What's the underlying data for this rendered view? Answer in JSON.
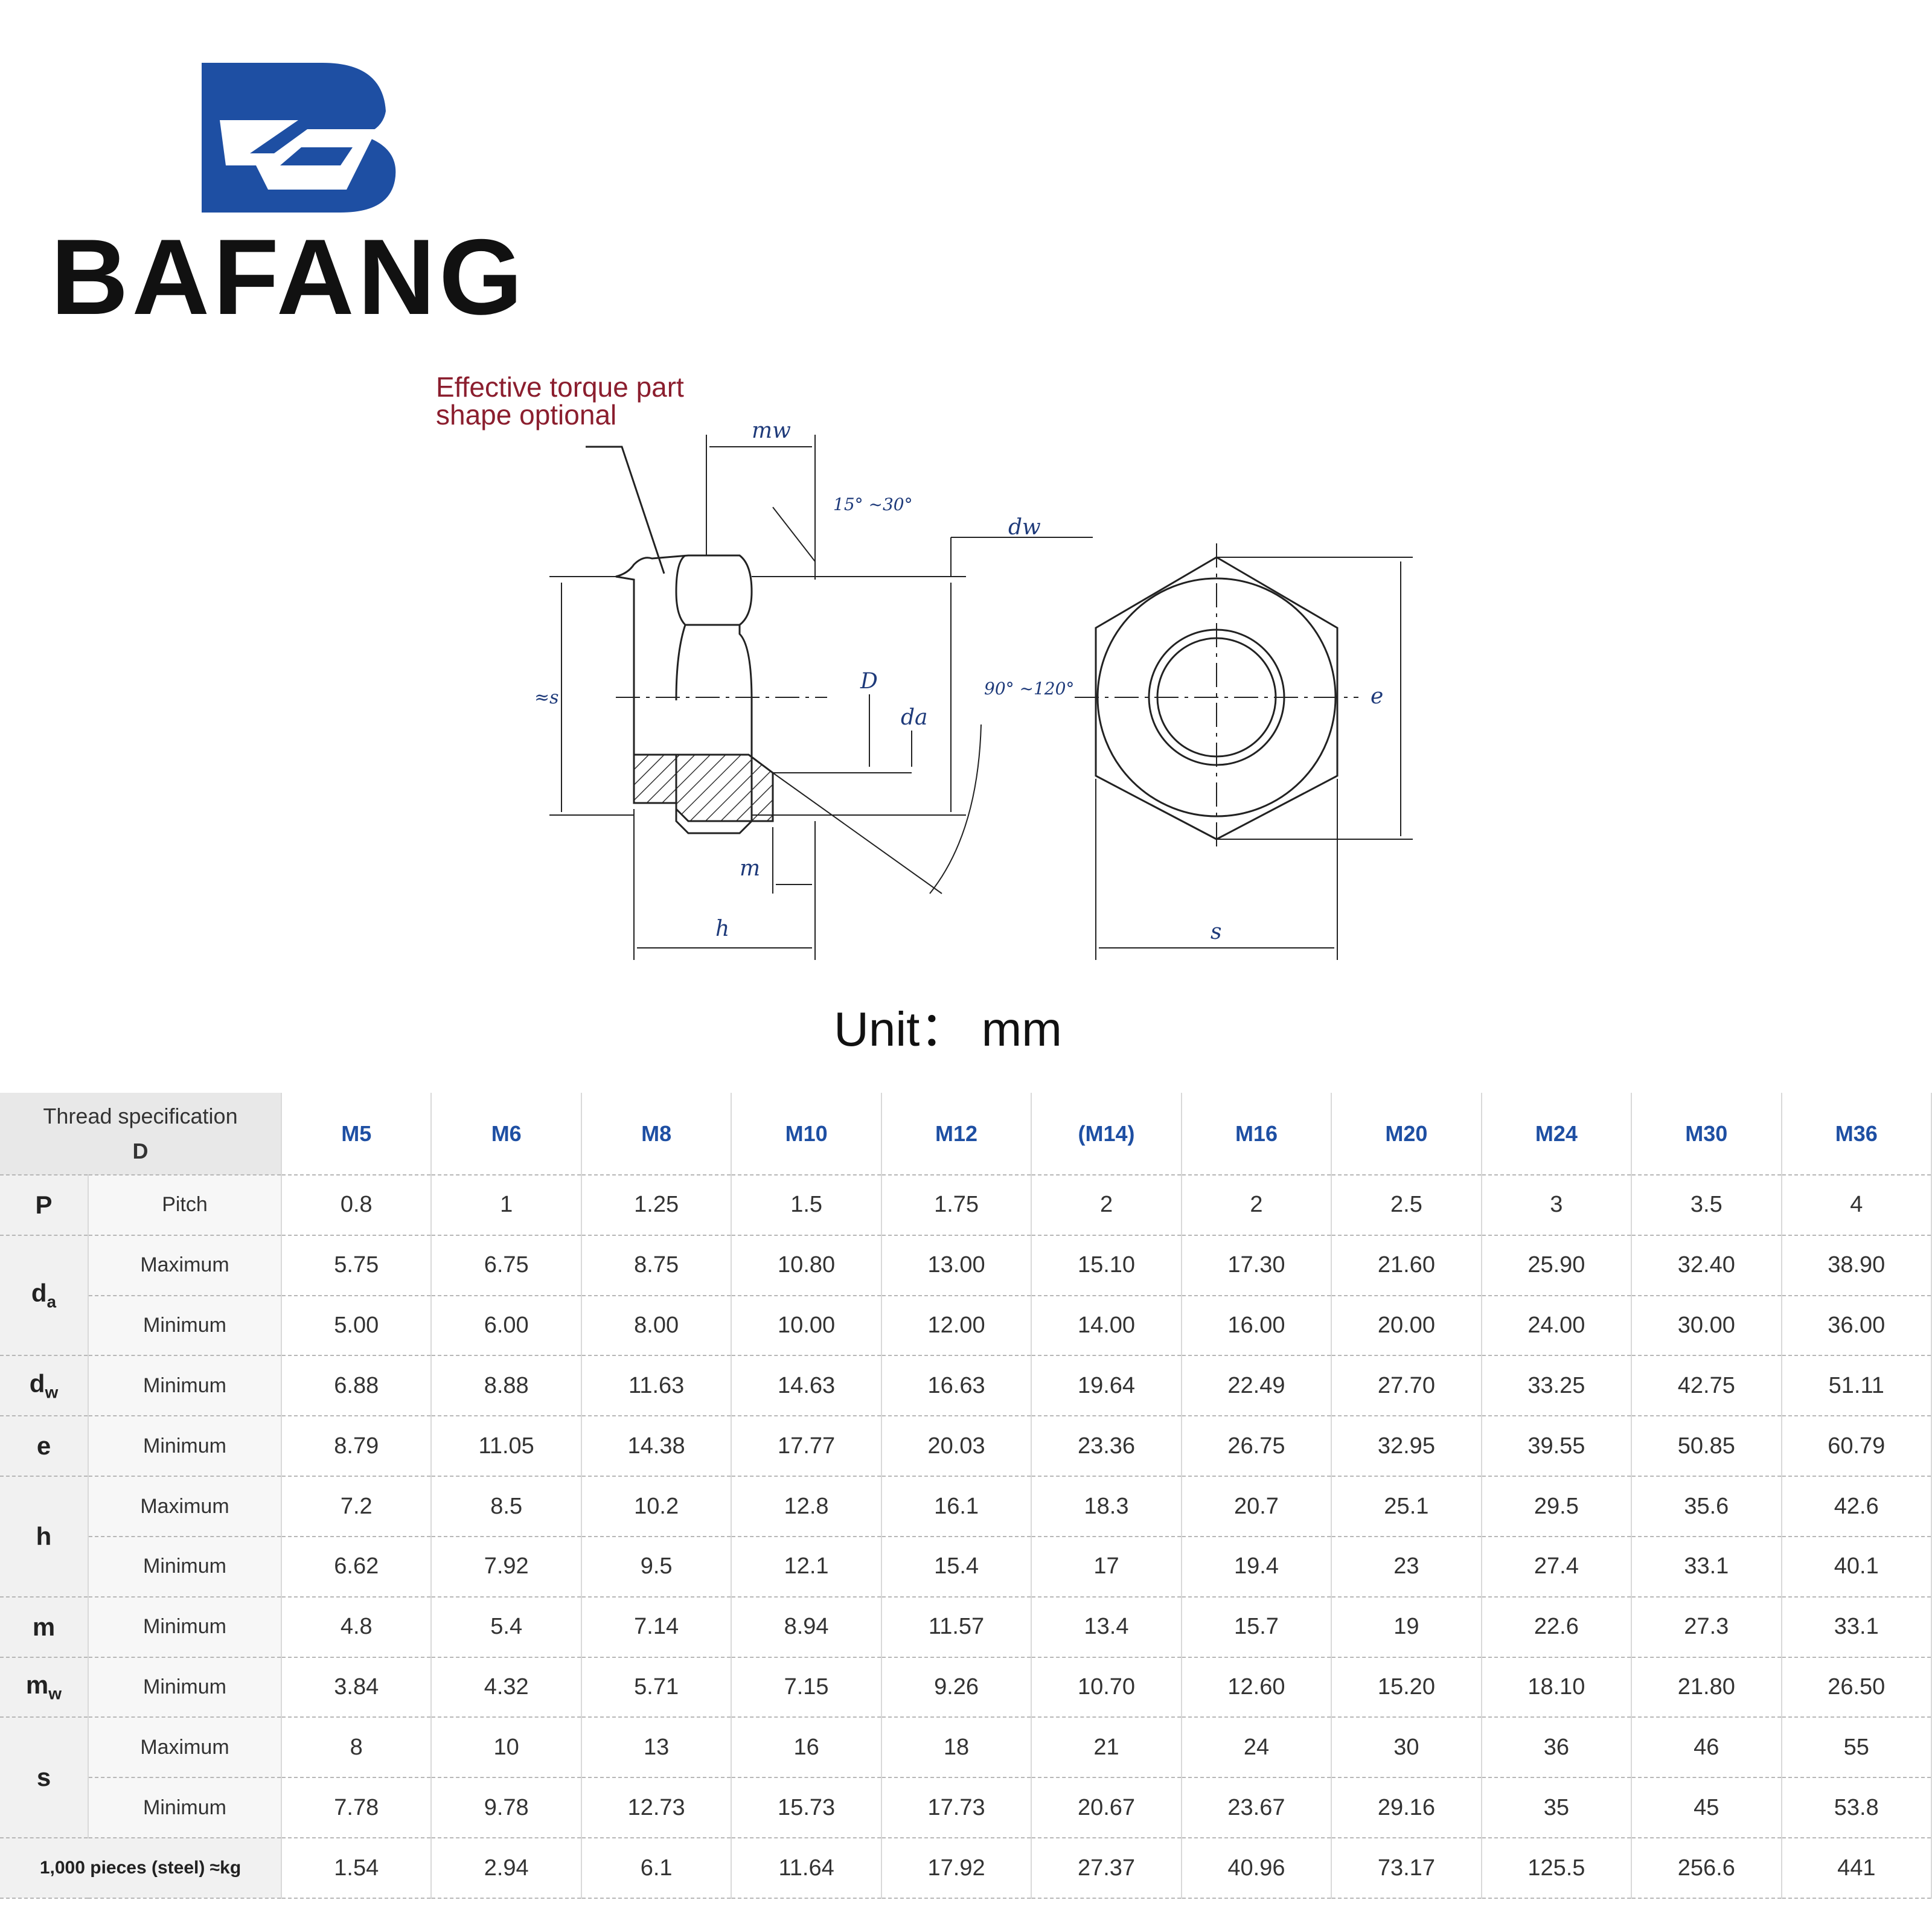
{
  "brand": {
    "name": "BAFANG",
    "mark_color": "#1e4fa3"
  },
  "drawing": {
    "callout_lines": [
      "Effective torque part",
      "shape optional"
    ],
    "labels": {
      "mw": "mw",
      "chamfer_angle": "15° ~30°",
      "dw": "dw",
      "s_approx": "≈s",
      "D": "D",
      "da": "da",
      "bearing_angle": "90° ~120°",
      "e": "e",
      "m": "m",
      "h": "h",
      "s": "s"
    }
  },
  "unit": "Unit： mm",
  "table": {
    "header": {
      "spec_line1": "Thread specification",
      "spec_line2": "D"
    },
    "sizes": [
      "M5",
      "M6",
      "M8",
      "M10",
      "M12",
      "(M14)",
      "M16",
      "M20",
      "M24",
      "M30",
      "M36"
    ],
    "rows": [
      {
        "symbol": "P",
        "sub": "",
        "qualifiers": [
          {
            "label": "Pitch",
            "values": [
              "0.8",
              "1",
              "1.25",
              "1.5",
              "1.75",
              "2",
              "2",
              "2.5",
              "3",
              "3.5",
              "4"
            ]
          }
        ]
      },
      {
        "symbol": "d",
        "sub": "a",
        "qualifiers": [
          {
            "label": "Maximum",
            "values": [
              "5.75",
              "6.75",
              "8.75",
              "10.80",
              "13.00",
              "15.10",
              "17.30",
              "21.60",
              "25.90",
              "32.40",
              "38.90"
            ]
          },
          {
            "label": "Minimum",
            "values": [
              "5.00",
              "6.00",
              "8.00",
              "10.00",
              "12.00",
              "14.00",
              "16.00",
              "20.00",
              "24.00",
              "30.00",
              "36.00"
            ]
          }
        ]
      },
      {
        "symbol": "d",
        "sub": "w",
        "qualifiers": [
          {
            "label": "Minimum",
            "values": [
              "6.88",
              "8.88",
              "11.63",
              "14.63",
              "16.63",
              "19.64",
              "22.49",
              "27.70",
              "33.25",
              "42.75",
              "51.11"
            ]
          }
        ]
      },
      {
        "symbol": "e",
        "sub": "",
        "qualifiers": [
          {
            "label": "Minimum",
            "values": [
              "8.79",
              "11.05",
              "14.38",
              "17.77",
              "20.03",
              "23.36",
              "26.75",
              "32.95",
              "39.55",
              "50.85",
              "60.79"
            ]
          }
        ]
      },
      {
        "symbol": "h",
        "sub": "",
        "qualifiers": [
          {
            "label": "Maximum",
            "values": [
              "7.2",
              "8.5",
              "10.2",
              "12.8",
              "16.1",
              "18.3",
              "20.7",
              "25.1",
              "29.5",
              "35.6",
              "42.6"
            ]
          },
          {
            "label": "Minimum",
            "values": [
              "6.62",
              "7.92",
              "9.5",
              "12.1",
              "15.4",
              "17",
              "19.4",
              "23",
              "27.4",
              "33.1",
              "40.1"
            ]
          }
        ]
      },
      {
        "symbol": "m",
        "sub": "",
        "qualifiers": [
          {
            "label": "Minimum",
            "values": [
              "4.8",
              "5.4",
              "7.14",
              "8.94",
              "11.57",
              "13.4",
              "15.7",
              "19",
              "22.6",
              "27.3",
              "33.1"
            ]
          }
        ]
      },
      {
        "symbol": "m",
        "sub": "w",
        "qualifiers": [
          {
            "label": "Minimum",
            "values": [
              "3.84",
              "4.32",
              "5.71",
              "7.15",
              "9.26",
              "10.70",
              "12.60",
              "15.20",
              "18.10",
              "21.80",
              "26.50"
            ]
          }
        ]
      },
      {
        "symbol": "s",
        "sub": "",
        "qualifiers": [
          {
            "label": "Maximum",
            "values": [
              "8",
              "10",
              "13",
              "16",
              "18",
              "21",
              "24",
              "30",
              "36",
              "46",
              "55"
            ]
          },
          {
            "label": "Minimum",
            "values": [
              "7.78",
              "9.78",
              "12.73",
              "15.73",
              "17.73",
              "20.67",
              "23.67",
              "29.16",
              "35",
              "45",
              "53.8"
            ]
          }
        ]
      }
    ],
    "weight": {
      "label": "1,000 pieces (steel) ≈kg",
      "values": [
        "1.54",
        "2.94",
        "6.1",
        "11.64",
        "17.92",
        "27.37",
        "40.96",
        "73.17",
        "125.5",
        "256.6",
        "441"
      ]
    }
  }
}
